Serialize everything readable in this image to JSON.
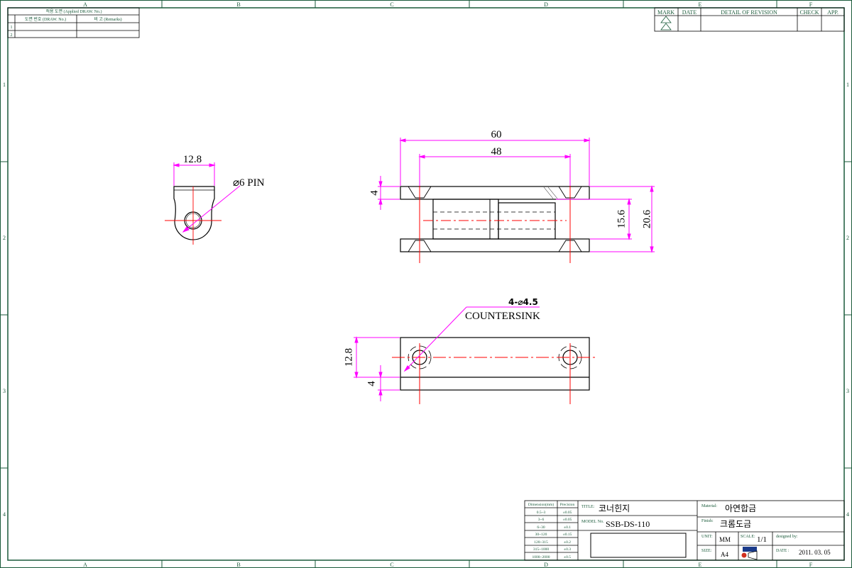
{
  "frame": {
    "cols": [
      "A",
      "B",
      "C",
      "D",
      "E",
      "F"
    ],
    "rows": [
      "1",
      "2",
      "3",
      "4"
    ]
  },
  "applied_block": {
    "title": "적용 도면 (Applied DRAW. No.)",
    "col_draw": "도면 번호 (DRAW. No.)",
    "col_remarks": "비 고 (Remarks)",
    "row1": "1",
    "row2": "2"
  },
  "revision_block": {
    "mark": "MARK",
    "date": "DATE",
    "detail": "DETAIL OF REVISION",
    "check": "CHECK",
    "app": "APP."
  },
  "views": {
    "side": {
      "width_dim": "12.8",
      "pin_label": "⌀6 PIN"
    },
    "front": {
      "overall_dim": "60",
      "inner_dim": "48",
      "thick_dim": "4",
      "gap_dim": "15.6",
      "height_dim": "20.6"
    },
    "top": {
      "hole_label": "4-⌀4.5",
      "countersink_label": "COUNTERSINK",
      "width_dim": "12.8",
      "thick_dim": "4"
    }
  },
  "title_block": {
    "tolerance_head1": "Dimension(mm)",
    "tolerance_head2": "Precision",
    "tolerances": [
      {
        "range": "0.5~3",
        "precision": "±0.05"
      },
      {
        "range": "3~6",
        "precision": "±0.05"
      },
      {
        "range": "6~30",
        "precision": "±0.1"
      },
      {
        "range": "30~120",
        "precision": "±0.15"
      },
      {
        "range": "120~315",
        "precision": "±0.2"
      },
      {
        "range": "315~1000",
        "precision": "±0.3"
      },
      {
        "range": "1000~2000",
        "precision": "±0.5"
      }
    ],
    "title_label": "TITLE:",
    "title_value": "코너힌지",
    "model_label": "MODEL No.",
    "model_value": "SSB-DS-110",
    "material_label": "Material:",
    "material_value": "아연합금",
    "finish_label": "Finish:",
    "finish_value": "크롬도금",
    "unit_label": "UNIT:",
    "unit_value": "MM",
    "scale_label": "SCALE:",
    "scale_value": "1/1",
    "designed_label": "designed by:",
    "size_label": "SIZE:",
    "size_value": "A4",
    "date_label": "DATE :",
    "date_value": "2011. 03. 05"
  },
  "colors": {
    "dim": "#ff00ff",
    "center": "#ff0000",
    "border": "#1a5a3a",
    "line": "#000000"
  }
}
